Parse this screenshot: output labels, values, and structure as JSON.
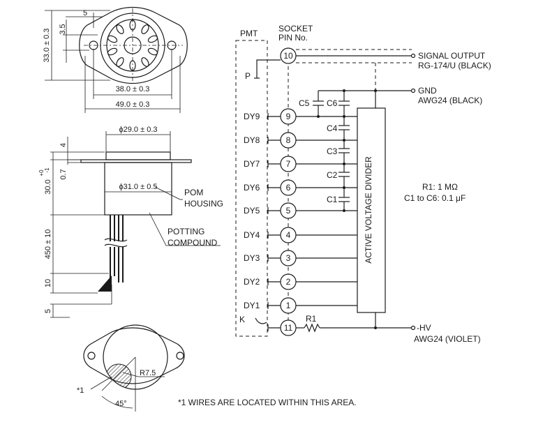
{
  "dimensions": {
    "top_pitch": "5",
    "top_small": "3.5",
    "top_height": "33.0 ± 0.3",
    "width_38": "38.0 ± 0.3",
    "width_49": "49.0 ± 0.3",
    "dia_29": "ϕ29.0 ± 0.3",
    "dia_31": "ϕ31.0 ± 0.5",
    "side_4": "4",
    "side_07": "0.7",
    "side_30": "30.0",
    "side_30_tol_up": "+0",
    "side_30_tol_dn": "-1",
    "side_450": "450 ± 10",
    "side_10": "10",
    "side_5": "5",
    "bottom_r": "R7.5",
    "bottom_angle": "45°",
    "bottom_star": "*1"
  },
  "labels": {
    "pom_line1": "POM",
    "pom_line2": "HOUSING",
    "potting_line1": "POTTING",
    "potting_line2": "COMPOUND",
    "footnote": "*1  WIRES ARE LOCATED WITHIN THIS AREA."
  },
  "schematic": {
    "pmt": "PMT",
    "socket_line1": "SOCKET",
    "socket_line2": "PIN No.",
    "p_label": "P",
    "k_label": "K",
    "r1_label": "R1",
    "divider": "ACTIVE VOLTAGE DIVIDER",
    "signal_line1": "SIGNAL OUTPUT",
    "signal_line2": "RG-174/U (BLACK)",
    "gnd_line1": "GND",
    "gnd_line2": "AWG24 (BLACK)",
    "hv_line1": "-HV",
    "hv_line2": "AWG24 (VIOLET)",
    "spec_line1": "R1: 1 MΩ",
    "spec_line2": "C1 to C6: 0.1 μF",
    "pin10": "10",
    "pin11": "11",
    "dynodes": [
      {
        "name": "DY9",
        "pin": "9"
      },
      {
        "name": "DY8",
        "pin": "8"
      },
      {
        "name": "DY7",
        "pin": "7"
      },
      {
        "name": "DY6",
        "pin": "6"
      },
      {
        "name": "DY5",
        "pin": "5"
      },
      {
        "name": "DY4",
        "pin": "4"
      },
      {
        "name": "DY3",
        "pin": "3"
      },
      {
        "name": "DY2",
        "pin": "2"
      },
      {
        "name": "DY1",
        "pin": "1"
      }
    ],
    "capacitors": [
      "C5",
      "C6",
      "C4",
      "C3",
      "C2",
      "C1"
    ]
  }
}
